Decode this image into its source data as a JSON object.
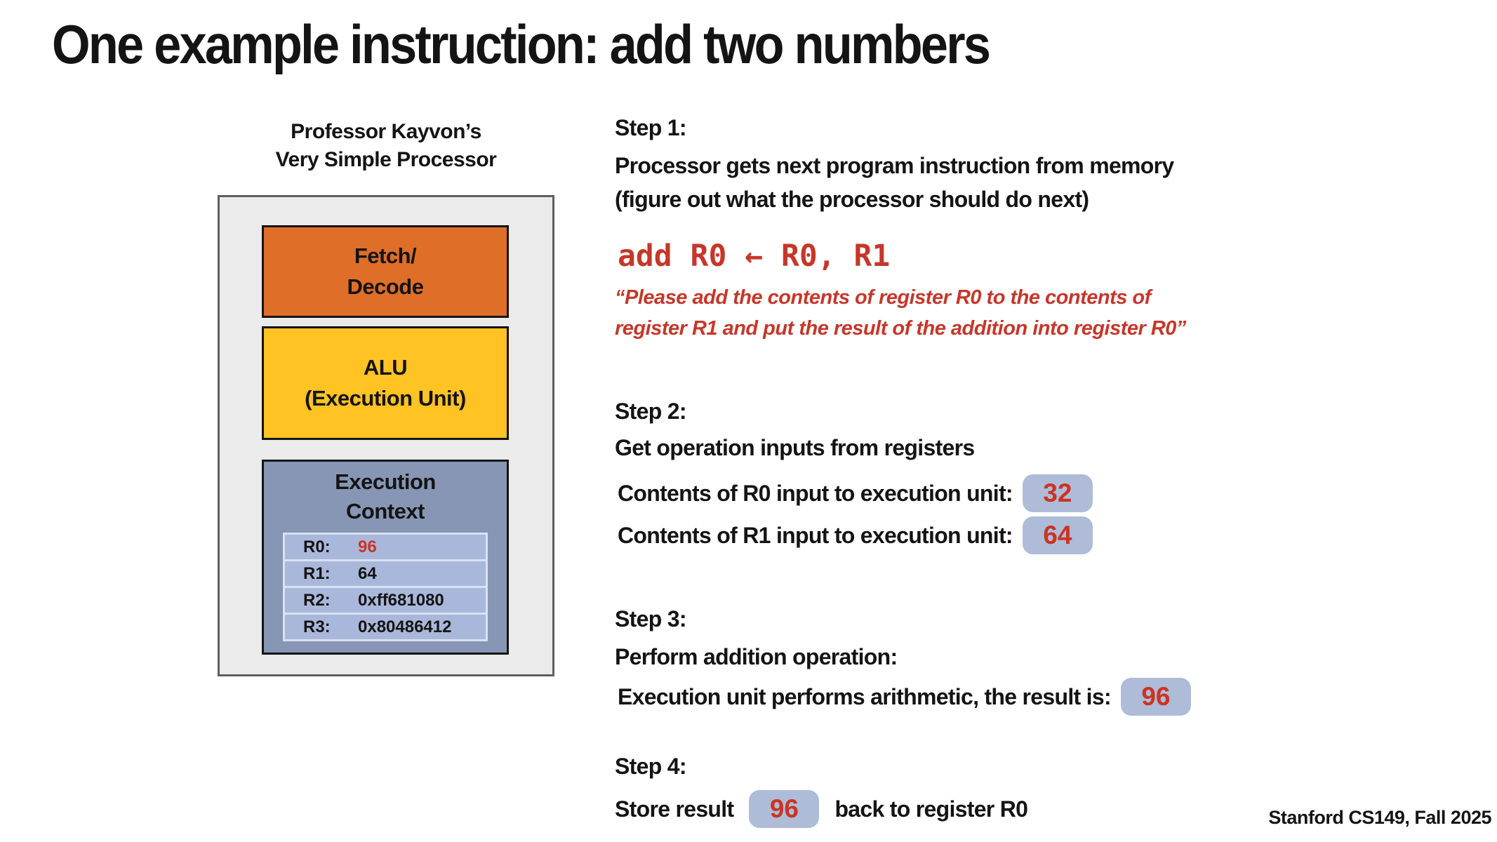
{
  "slide": {
    "title": "One example instruction: add two numbers",
    "footer": "Stanford CS149, Fall 2025"
  },
  "processor": {
    "label_line1": "Professor Kayvon’s",
    "label_line2": "Very Simple Processor",
    "fetch_line1": "Fetch/",
    "fetch_line2": "Decode",
    "alu_line1": "ALU",
    "alu_line2": "(Execution Unit)",
    "ctx_line1": "Execution",
    "ctx_line2": "Context",
    "registers": [
      {
        "name": "R0:",
        "value": "96"
      },
      {
        "name": "R1:",
        "value": "64"
      },
      {
        "name": "R2:",
        "value": "0xff681080"
      },
      {
        "name": "R3:",
        "value": "0x80486412"
      }
    ]
  },
  "steps": {
    "step1": {
      "label": "Step 1:",
      "line1": "Processor gets next program instruction from memory",
      "line2": "(figure out what the processor should do next)",
      "code": "add R0 ← R0, R1",
      "quote_line1": "“Please add the contents of register R0 to the contents of",
      "quote_line2": "register R1 and put the result of the addition into register R0”"
    },
    "step2": {
      "label": "Step 2:",
      "line1": "Get operation inputs from registers",
      "r0_text": "Contents of R0 input to execution unit:",
      "r0_value": "32",
      "r1_text": "Contents of R1 input to execution unit:",
      "r1_value": "64"
    },
    "step3": {
      "label": "Step 3:",
      "line1": "Perform addition operation:",
      "line2": "Execution unit performs arithmetic, the result is:",
      "result_value": "96"
    },
    "step4": {
      "label": "Step 4:",
      "prefix": "Store result",
      "value": "96",
      "suffix": "back to register R0"
    }
  },
  "colors": {
    "fetch_box": "#DF6E28",
    "alu_box": "#FFC324",
    "context_box": "#8796B4",
    "register_row": "#A9B8DA",
    "register_border": "#D9E1F2",
    "badge_background": "#AEBCD8",
    "accent_red": "#C5372A",
    "outer_box_background": "#EBEBEB",
    "outer_box_border": "#5F5F5F",
    "text_black": "#141414"
  }
}
